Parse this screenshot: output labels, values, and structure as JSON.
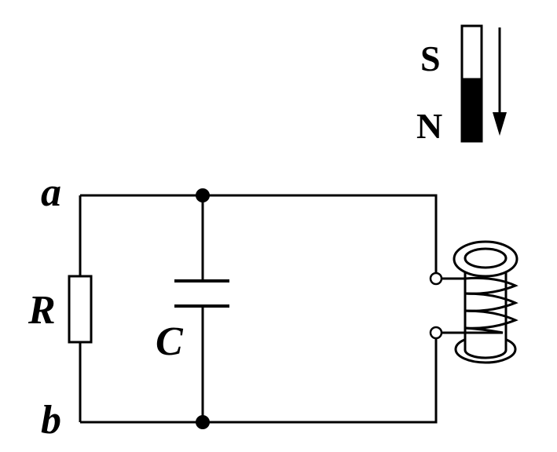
{
  "diagram": {
    "labels": {
      "node_a": "a",
      "node_b": "b",
      "resistor": "R",
      "capacitor": "C",
      "magnet_south": "S",
      "magnet_north": "N"
    },
    "components": [
      "resistor",
      "capacitor",
      "coil",
      "bar-magnet"
    ],
    "magnet_motion": "down",
    "colors": {
      "line": "#000000",
      "background": "#ffffff",
      "magnet_north_fill": "#000000",
      "magnet_south_fill": "#ffffff"
    }
  }
}
